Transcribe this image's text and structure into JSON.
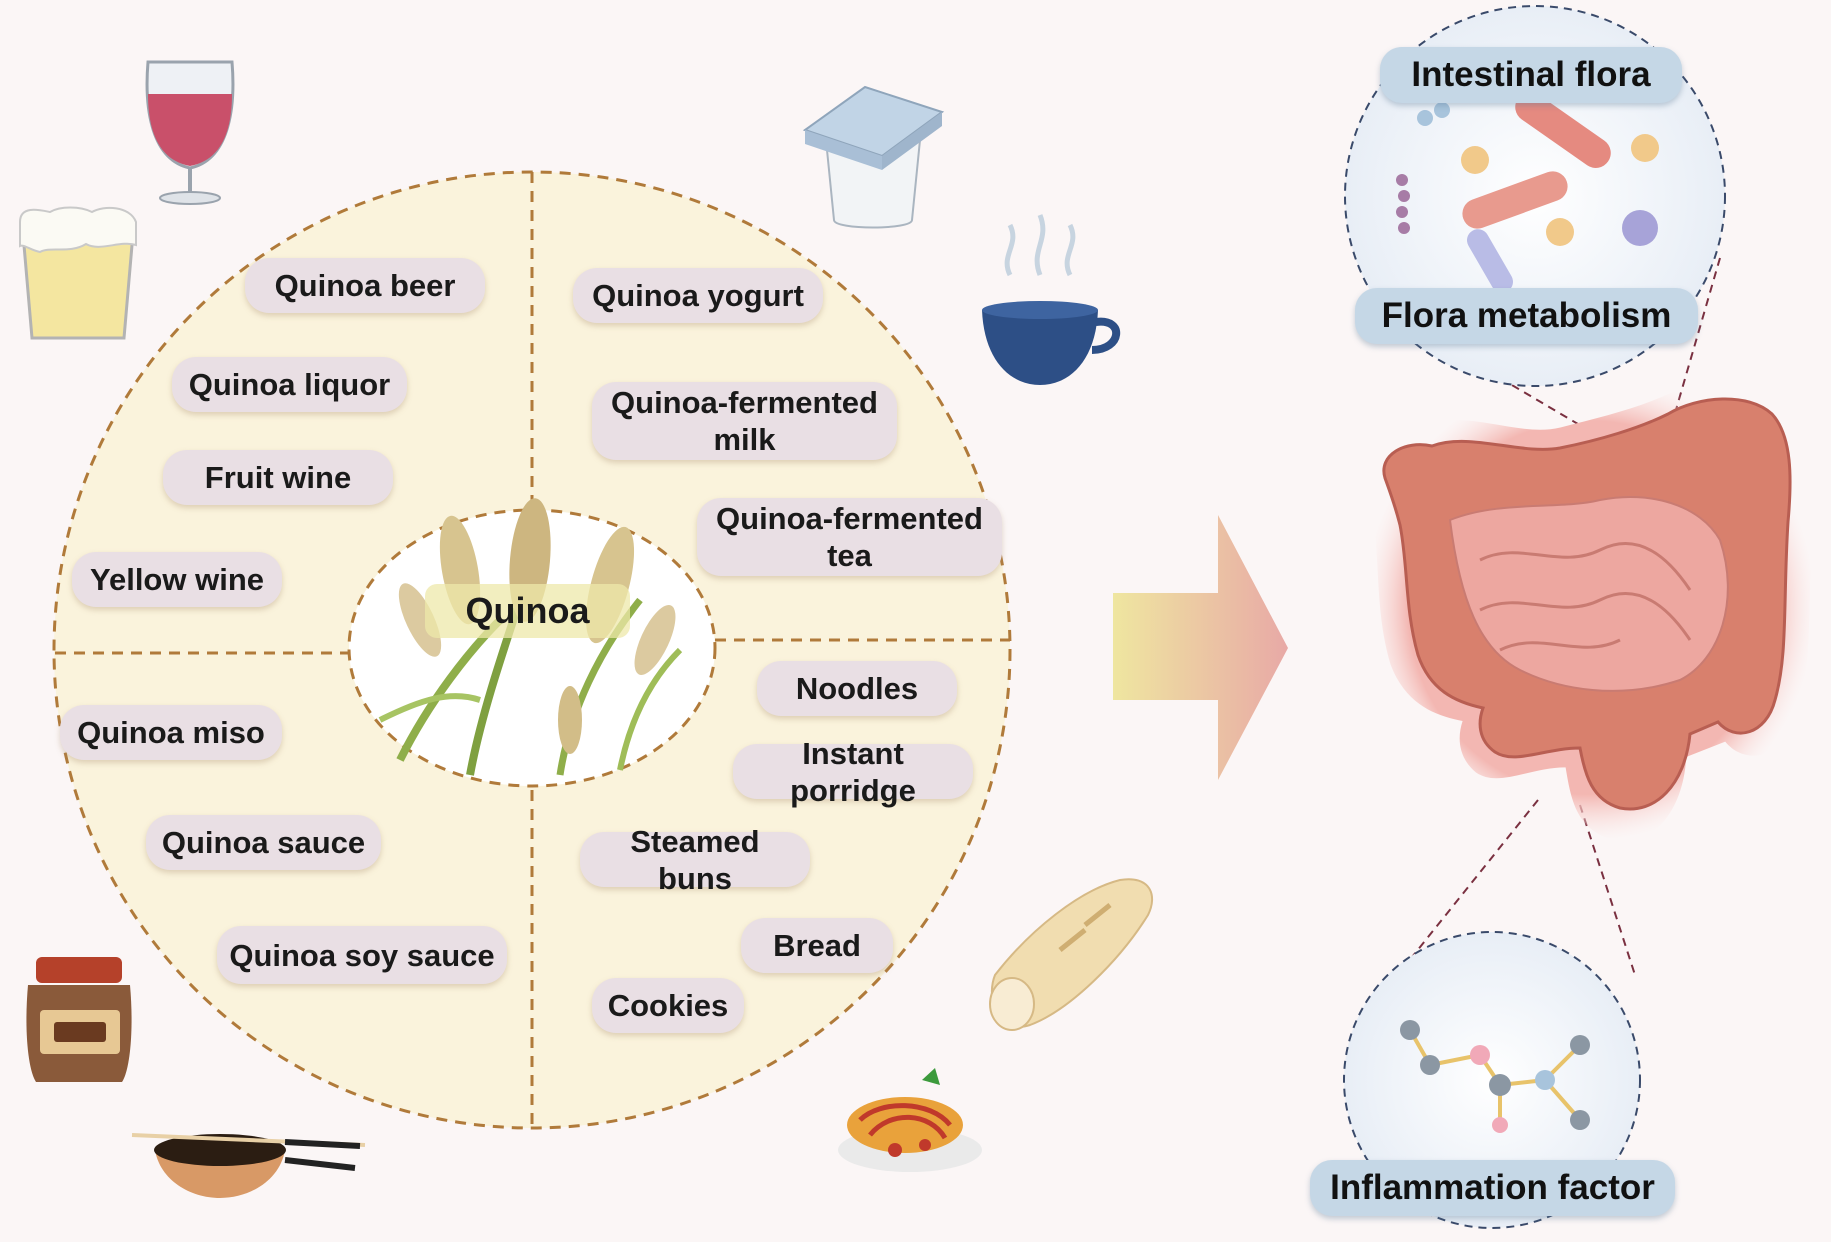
{
  "center": {
    "label": "Quinoa"
  },
  "quadrants": {
    "alcoholic": [
      "Quinoa beer",
      "Quinoa liquor",
      "Fruit wine",
      "Yellow wine"
    ],
    "dairy_tea": [
      "Quinoa yogurt",
      "Quinoa-fermented milk",
      "Quinoa-fermented tea"
    ],
    "condiments": [
      "Quinoa miso",
      "Quinoa sauce",
      "Quinoa soy sauce"
    ],
    "staples": [
      "Noodles",
      "Instant porridge",
      "Steamed buns",
      "Bread",
      "Cookies"
    ]
  },
  "gut": {
    "top_bubble": {
      "title": "Intestinal flora",
      "subtitle": "Flora metabolism"
    },
    "bottom_bubble": {
      "title": "Inflammation factor"
    }
  },
  "icons": [
    "wine-glass-icon",
    "beer-glass-icon",
    "yogurt-cup-icon",
    "tea-cup-icon",
    "sauce-jar-icon",
    "soy-sauce-bowl-icon",
    "baguette-icon",
    "spaghetti-icon",
    "intestine-icon",
    "bacteria-icon",
    "molecule-icon",
    "arrow-icon"
  ],
  "colors": {
    "circle_fill": "#faf3dc",
    "dash": "#b07a3a",
    "pill": "#e9dfe4",
    "bubble_label": "#c5d7e6",
    "intestine": "#d9826b"
  }
}
